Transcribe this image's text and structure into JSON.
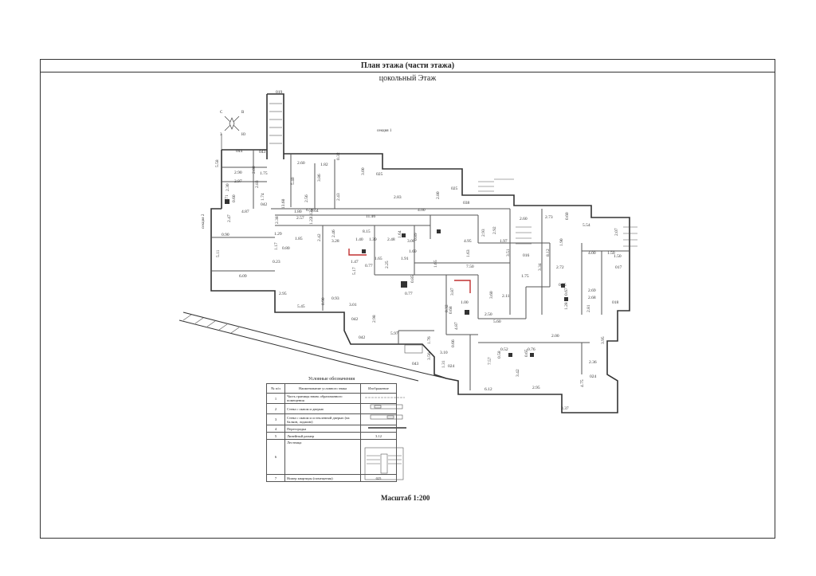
{
  "title": "План этажа (части этажа)",
  "floor_name": "цокольный Этаж",
  "section1_label": "секция 1",
  "section2_label": "секция 2",
  "compass": {
    "north": "С",
    "east": "В",
    "south": "Ю",
    "west": "З"
  },
  "dims": [
    "019",
    "044",
    "043",
    "2.90",
    "2.00",
    "2.97",
    "1.75",
    "2.60",
    "1.82",
    "0.32",
    "3.00",
    "025",
    "5.58",
    "2.30",
    "2.83",
    "5.40",
    "3.86",
    "2.43",
    "0.71",
    "0.60",
    "042",
    "1.74",
    "13.60",
    "2.56",
    "1.12",
    "6.98",
    "2.83",
    "2.80",
    "025",
    "038",
    "4.87",
    "1.80",
    "1.64",
    "11.46",
    "4.00",
    "2.47",
    "2.57",
    "2.38",
    "1.22",
    "8.15",
    "2.46",
    "1.64",
    "3.28",
    "1.40",
    "1.39",
    "2.48",
    "0.89",
    "0.90",
    "1.29",
    "0.80",
    "1.85",
    "2.42",
    "5.11",
    "1.17",
    "0.23",
    "1.47",
    "0.77",
    "1.65",
    "1.69",
    "1.91",
    "3.00",
    "5.17",
    "2.25",
    "6.09",
    "2.95",
    "5.45",
    "0.90",
    "0.93",
    "3.01",
    "2.98",
    "042",
    "5.97",
    "042",
    "043",
    "1.76",
    "3.10",
    "3.56",
    "1.31",
    "024",
    "1.65",
    "7.50",
    "0.85",
    "0.77",
    "3.87",
    "4.87",
    "0.66",
    "3.60",
    "2.11",
    "2.50",
    "5.60",
    "1.00",
    "0.68",
    "0.32",
    "2.60",
    "2.73",
    "0.60",
    "5.54",
    "2.07",
    "2.93",
    "2.92",
    "1.97",
    "4.95",
    "1.63",
    "3.51",
    "016",
    "1.75",
    "3.34",
    "1.90",
    "8.12",
    "1.50",
    "2.72",
    "4.00",
    "1.50",
    "017",
    "0.95",
    "0.67",
    "2.69",
    "2.68",
    "1.28",
    "2.81",
    "018",
    "2.00",
    "0.52",
    "0.58",
    "0.76",
    "0.65",
    "7.57",
    "3.42",
    "2.36",
    "024",
    "4.75",
    "6.12",
    "2.95",
    "3.37",
    "3.95"
  ],
  "legend": {
    "title": "Условные обозначения",
    "headers": [
      "№ п/п",
      "Наименование условного знака",
      "Изображение"
    ],
    "rows": [
      {
        "n": "1",
        "name": "Часть границы вновь образованного помещения",
        "img": ""
      },
      {
        "n": "2",
        "name": "Стена с окном и дверью",
        "img": ""
      },
      {
        "n": "3",
        "name": "Стена с окном и остекленной дверью (на балкон, лоджию)",
        "img": ""
      },
      {
        "n": "4",
        "name": "Перегородка",
        "img": ""
      },
      {
        "n": "5",
        "name": "Линейный размер",
        "img": "3.12"
      },
      {
        "n": "6",
        "name": "Лестница",
        "img": ""
      },
      {
        "n": "7",
        "name": "Номер квартиры (помещения)",
        "img": "025"
      }
    ]
  },
  "scale": "Масштаб 1:200",
  "colors": {
    "line": "#333333",
    "wall": "#555555",
    "accent": "#c03030"
  }
}
